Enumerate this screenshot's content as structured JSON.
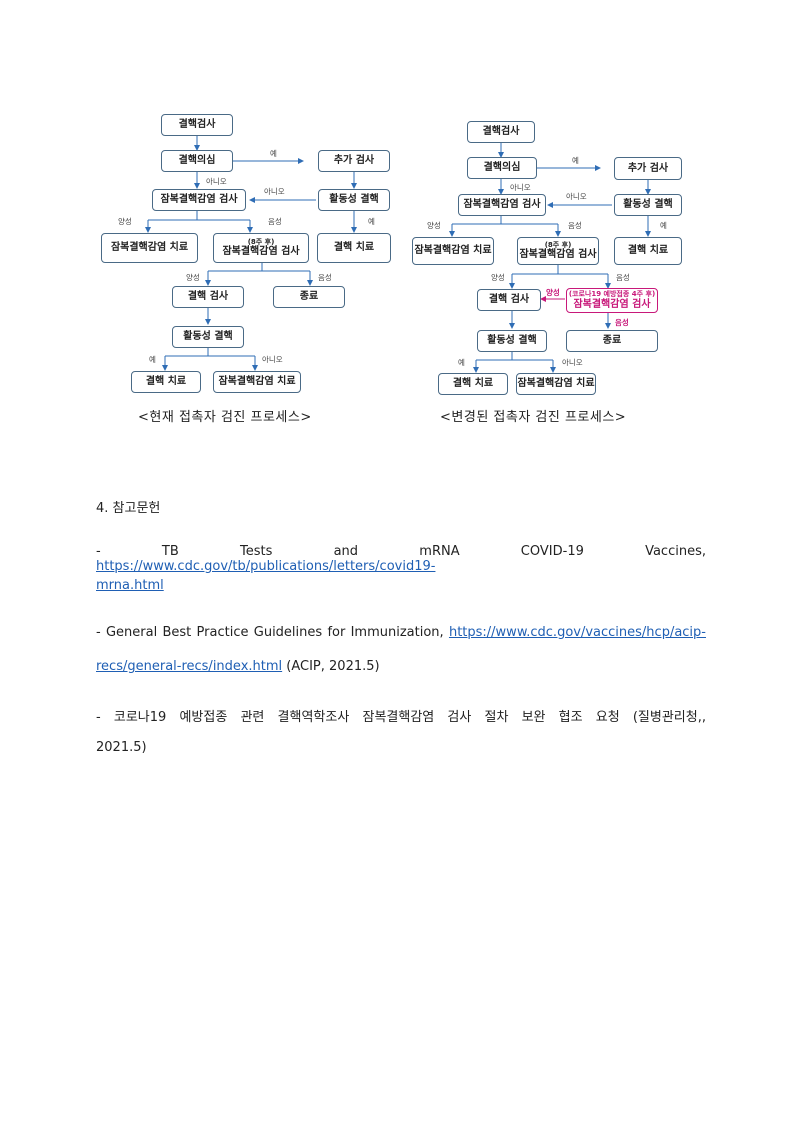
{
  "left_flowchart": {
    "nodes": {
      "tb_test": "결핵검사",
      "tb_suspect": "결핵의심",
      "extra_test": "추가 검사",
      "latent_test": "잠복결핵감염 검사",
      "active_tb": "활동성 결핵",
      "latent_treatment": "잠복결핵감염 치료",
      "after8w_sub": "(8주 후)",
      "after8w_main": "잠복결핵감염 검사",
      "tb_treatment": "결핵 치료",
      "tb_exam": "결핵 검사",
      "end": "종료",
      "active_tb2": "활동성 결핵",
      "tb_treatment2": "결핵 치료",
      "latent_treatment2": "잠복결핵감염 치료"
    },
    "labels": {
      "yes1": "예",
      "no1": "아니오",
      "no2": "아니오",
      "yes2": "예",
      "positive1": "양성",
      "negative1": "음성",
      "positive2": "양성",
      "negative2": "음성",
      "yes3": "예",
      "no3": "아니오"
    },
    "caption": "<현재 접촉자 검진 프로세스>"
  },
  "right_flowchart": {
    "nodes": {
      "tb_test": "결핵검사",
      "tb_suspect": "결핵의심",
      "extra_test": "추가 검사",
      "latent_test": "잠복결핵감염 검사",
      "active_tb": "활동성 결핵",
      "latent_treatment": "잠복결핵감염 치료",
      "after8w_sub": "(8주 후)",
      "after8w_main": "잠복결핵감염 검사",
      "tb_treatment": "결핵 치료",
      "tb_exam": "결핵 검사",
      "covid_sub": "(코로나19 예방접종 4주 후)",
      "covid_main": "잠복결핵감염 검사",
      "active_tb2": "활동성 결핵",
      "end": "종료",
      "tb_treatment2": "결핵 치료",
      "latent_treatment2": "잠복결핵감염 치료"
    },
    "labels": {
      "yes1": "예",
      "no1": "아니오",
      "no2": "아니오",
      "yes2": "예",
      "positive1": "양성",
      "negative1": "음성",
      "positive2": "양성",
      "negative2": "음성",
      "positive3": "양성",
      "negative3": "음성",
      "yes3": "예",
      "no3": "아니오"
    },
    "caption": "<변경된 접촉자 검진 프로세스>"
  },
  "references": {
    "heading": "4. 참고문헌",
    "ref1_text": "- TB Tests and mRNA COVID-19 Vaccines, ",
    "ref1_link_part1": "https://www.cdc.gov/tb/publications/letters/covid19-",
    "ref1_link_part2": "mrna.html",
    "ref2_text": "- General Best Practice Guidelines for Immunization, ",
    "ref2_link_part1": "https://www.cdc.gov/vaccines/hcp/acip-",
    "ref2_link_part2": "recs/general-recs/index.html",
    "ref2_suffix": " (ACIP, 2021.5)",
    "ref3_line1": "- 코로나19 예방접종 관련 결핵역학조사 잠복결핵감염 검사 절차 보완 협조 요청 (질병관리청,,",
    "ref3_line2": "2021.5)"
  },
  "colors": {
    "box_border": "#4a6a86",
    "arrow": "#2f6db5",
    "highlight": "#c8187a",
    "link": "#1f5fb4"
  }
}
